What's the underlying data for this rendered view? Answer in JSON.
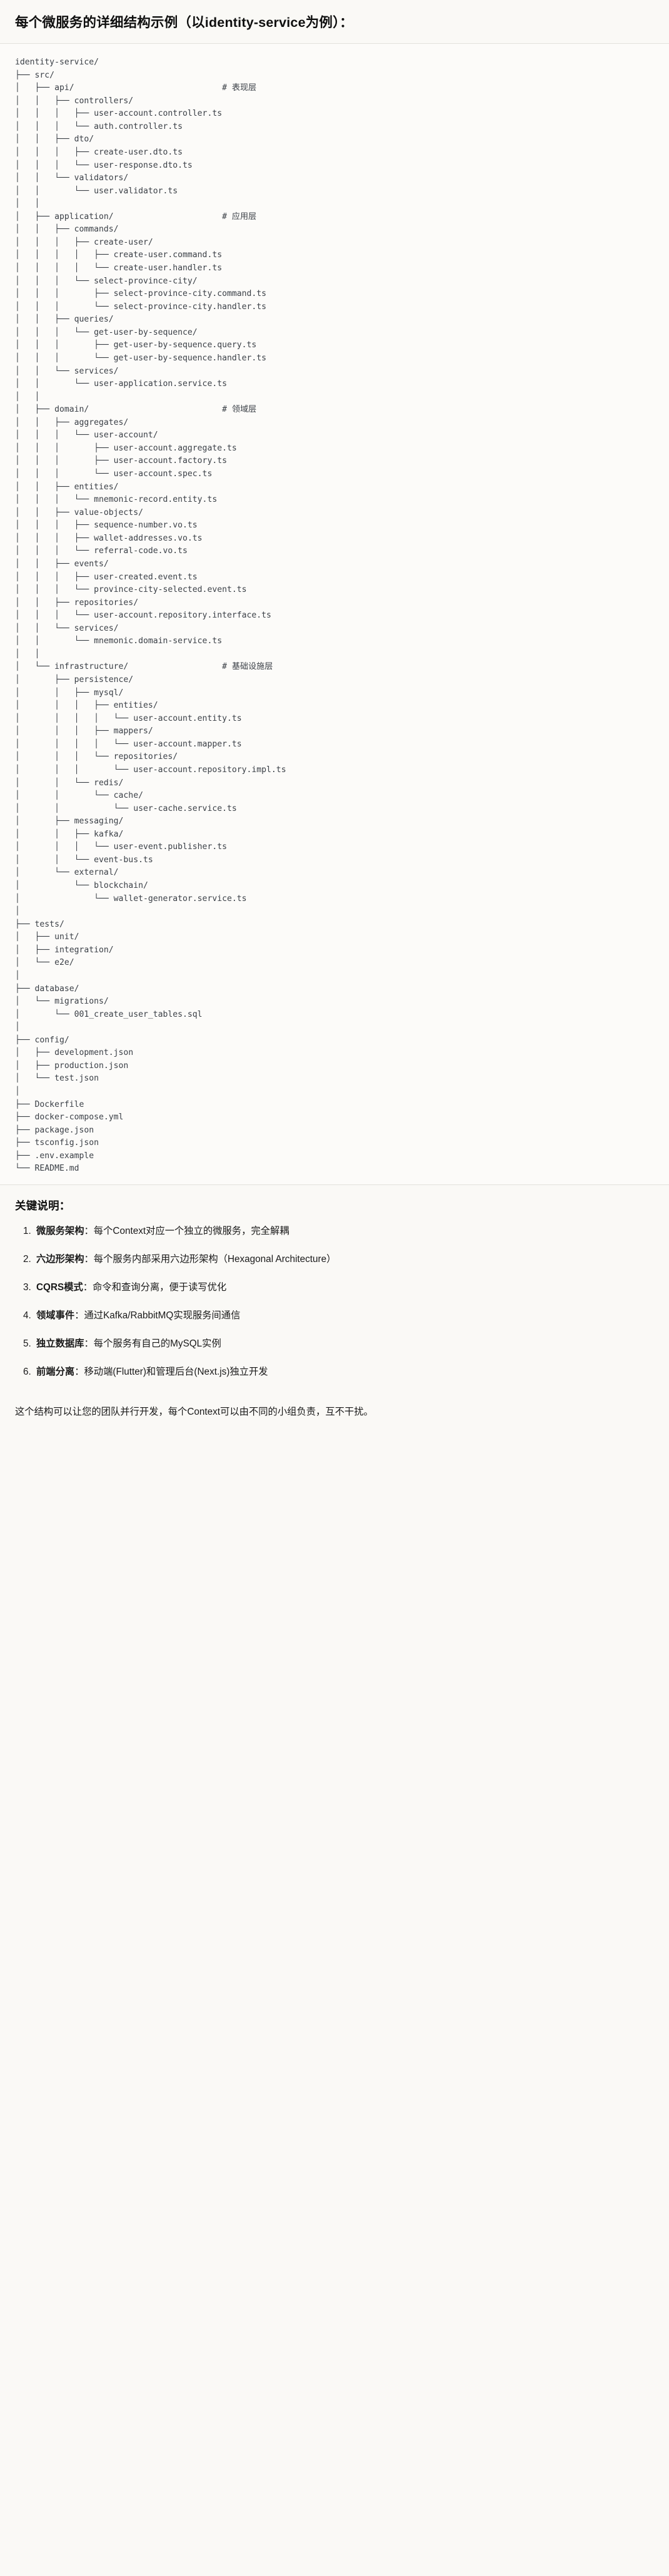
{
  "header": {
    "title": "每个微服务的详细结构示例（以identity-service为例）："
  },
  "tree": {
    "text": "identity-service/\n├── src/\n│   ├── api/                              # 表现层\n│   │   ├── controllers/\n│   │   │   ├── user-account.controller.ts\n│   │   │   └── auth.controller.ts\n│   │   ├── dto/\n│   │   │   ├── create-user.dto.ts\n│   │   │   └── user-response.dto.ts\n│   │   └── validators/\n│   │       └── user.validator.ts\n│   │\n│   ├── application/                      # 应用层\n│   │   ├── commands/\n│   │   │   ├── create-user/\n│   │   │   │   ├── create-user.command.ts\n│   │   │   │   └── create-user.handler.ts\n│   │   │   └── select-province-city/\n│   │   │       ├── select-province-city.command.ts\n│   │   │       └── select-province-city.handler.ts\n│   │   ├── queries/\n│   │   │   └── get-user-by-sequence/\n│   │   │       ├── get-user-by-sequence.query.ts\n│   │   │       └── get-user-by-sequence.handler.ts\n│   │   └── services/\n│   │       └── user-application.service.ts\n│   │\n│   ├── domain/                           # 领域层\n│   │   ├── aggregates/\n│   │   │   └── user-account/\n│   │   │       ├── user-account.aggregate.ts\n│   │   │       ├── user-account.factory.ts\n│   │   │       └── user-account.spec.ts\n│   │   ├── entities/\n│   │   │   └── mnemonic-record.entity.ts\n│   │   ├── value-objects/\n│   │   │   ├── sequence-number.vo.ts\n│   │   │   ├── wallet-addresses.vo.ts\n│   │   │   └── referral-code.vo.ts\n│   │   ├── events/\n│   │   │   ├── user-created.event.ts\n│   │   │   └── province-city-selected.event.ts\n│   │   ├── repositories/\n│   │   │   └── user-account.repository.interface.ts\n│   │   └── services/\n│   │       └── mnemonic.domain-service.ts\n│   │\n│   └── infrastructure/                   # 基础设施层\n│       ├── persistence/\n│       │   ├── mysql/\n│       │   │   ├── entities/\n│       │   │   │   └── user-account.entity.ts\n│       │   │   ├── mappers/\n│       │   │   │   └── user-account.mapper.ts\n│       │   │   └── repositories/\n│       │   │       └── user-account.repository.impl.ts\n│       │   └── redis/\n│       │       └── cache/\n│       │           └── user-cache.service.ts\n│       ├── messaging/\n│       │   ├── kafka/\n│       │   │   └── user-event.publisher.ts\n│       │   └── event-bus.ts\n│       └── external/\n│           └── blockchain/\n│               └── wallet-generator.service.ts\n│\n├── tests/\n│   ├── unit/\n│   ├── integration/\n│   └── e2e/\n│\n├── database/\n│   └── migrations/\n│       └── 001_create_user_tables.sql\n│\n├── config/\n│   ├── development.json\n│   ├── production.json\n│   └── test.json\n│\n├── Dockerfile\n├── docker-compose.yml\n├── package.json\n├── tsconfig.json\n├── .env.example\n└── README.md"
  },
  "notes": {
    "heading": "关键说明：",
    "items": [
      {
        "term": "微服务架构",
        "desc": "：每个Context对应一个独立的微服务，完全解耦"
      },
      {
        "term": "六边形架构",
        "desc": "：每个服务内部采用六边形架构（Hexagonal Architecture）"
      },
      {
        "term": "CQRS模式",
        "desc": "：命令和查询分离，便于读写优化"
      },
      {
        "term": "领域事件",
        "desc": "：通过Kafka/RabbitMQ实现服务间通信"
      },
      {
        "term": "独立数据库",
        "desc": "：每个服务有自己的MySQL实例"
      },
      {
        "term": "前端分离",
        "desc": "：移动端(Flutter)和管理后台(Next.js)独立开发"
      }
    ],
    "closing": "这个结构可以让您的团队并行开发，每个Context可以由不同的小组负责，互不干扰。"
  },
  "colors": {
    "page_background": "#faf9f6",
    "code_background": "#fcfbf9",
    "divider": "#e3e1dc",
    "code_text": "#3a3f46",
    "body_text": "#1a1a1a"
  }
}
